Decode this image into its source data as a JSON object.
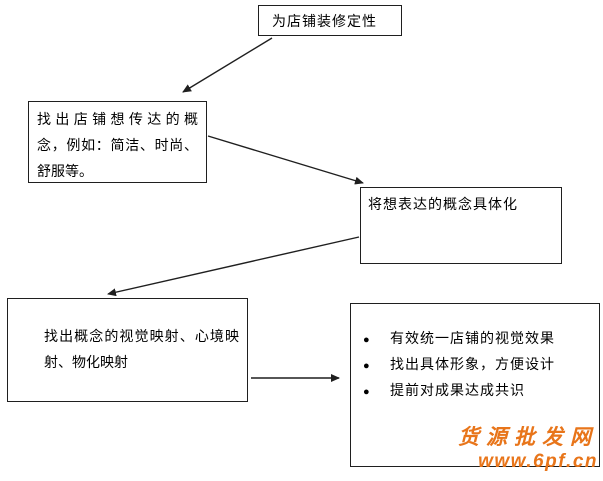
{
  "flowchart": {
    "nodes": {
      "define": {
        "label": "为店铺装修定性"
      },
      "concept": {
        "lines": [
          "找出店铺想传达的概",
          "念，例如：简洁、时尚、",
          "舒服等。"
        ]
      },
      "concretize": {
        "label": "将想表达的概念具体化"
      },
      "mapping": {
        "lines": [
          "找出概念的视觉映射、心境映",
          "射、物化映射"
        ]
      },
      "benefits": {
        "bullet": "●",
        "items": [
          "有效统一店铺的视觉效果",
          "找出具体形象，方便设计",
          "提前对成果达成共识"
        ]
      }
    },
    "connections": [
      {
        "from": "define",
        "to": "concept"
      },
      {
        "from": "concept",
        "to": "concretize"
      },
      {
        "from": "concretize",
        "to": "mapping"
      },
      {
        "from": "mapping",
        "to": "benefits"
      }
    ],
    "watermark": {
      "site": "货源批发网",
      "url": "www.6pf.cn",
      "color": "#e8751a"
    }
  }
}
